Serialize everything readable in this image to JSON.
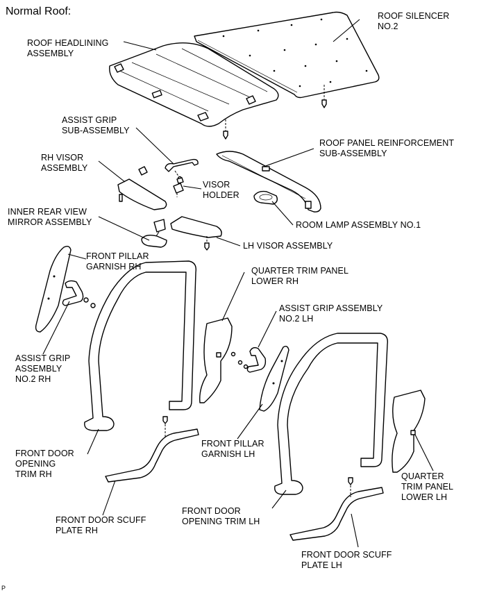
{
  "header": "Normal Roof:",
  "figure_code": "P",
  "labels": {
    "roof_silencer": [
      "ROOF SILENCER",
      "NO.2"
    ],
    "roof_headlining": [
      "ROOF HEADLINING",
      "ASSEMBLY"
    ],
    "assist_grip_sub": [
      "ASSIST GRIP",
      "SUB-ASSEMBLY"
    ],
    "roof_panel_reinf": [
      "ROOF PANEL REINFORCEMENT",
      "SUB-ASSEMBLY"
    ],
    "rh_visor": [
      "RH VISOR",
      "ASSEMBLY"
    ],
    "visor_holder": [
      "VISOR",
      "HOLDER"
    ],
    "inner_mirror": [
      "INNER REAR VIEW",
      "MIRROR ASSEMBLY"
    ],
    "room_lamp": [
      "ROOM LAMP ASSEMBLY NO.1"
    ],
    "lh_visor": [
      "LH VISOR ASSEMBLY"
    ],
    "front_pillar_rh": [
      "FRONT PILLAR",
      "GARNISH RH"
    ],
    "quarter_trim_rh": [
      "QUARTER TRIM PANEL",
      "LOWER RH"
    ],
    "assist_grip_no2_lh": [
      "ASSIST GRIP ASSEMBLY",
      "NO.2 LH"
    ],
    "assist_grip_no2_rh": [
      "ASSIST GRIP",
      "ASSEMBLY",
      "NO.2 RH"
    ],
    "front_door_trim_rh": [
      "FRONT DOOR",
      "OPENING",
      "TRIM RH"
    ],
    "front_pillar_lh": [
      "FRONT PILLAR",
      "GARNISH LH"
    ],
    "quarter_trim_lh": [
      "QUARTER",
      "TRIM PANEL",
      "LOWER LH"
    ],
    "front_door_trim_lh": [
      "FRONT DOOR",
      "OPENING TRIM LH"
    ],
    "scuff_rh": [
      "FRONT DOOR SCUFF",
      "PLATE RH"
    ],
    "scuff_lh": [
      "FRONT DOOR SCUFF",
      "PLATE LH"
    ]
  }
}
